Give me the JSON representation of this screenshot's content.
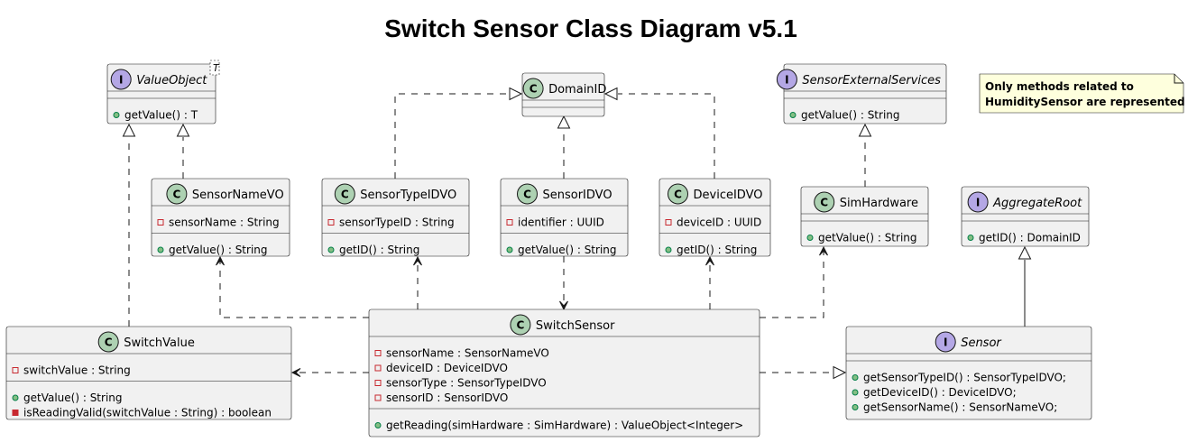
{
  "title": "Switch Sensor Class Diagram v5.1",
  "note": {
    "lines": [
      "Only methods related to",
      "HumiditySensor are represented"
    ]
  },
  "classes": {
    "ValueObject": {
      "kind": "interface",
      "name": "ValueObject",
      "type_param": "T",
      "fields": [],
      "methods": [
        {
          "vis": "public",
          "text": "getValue() : T"
        }
      ]
    },
    "DomainID": {
      "kind": "class",
      "name": "DomainID",
      "fields": [],
      "methods": []
    },
    "SensorExternalServices": {
      "kind": "interface",
      "name": "SensorExternalServices",
      "fields": [],
      "methods": [
        {
          "vis": "public",
          "text": "getValue() : String"
        }
      ]
    },
    "SensorNameVO": {
      "kind": "class",
      "name": "SensorNameVO",
      "fields": [
        {
          "vis": "private",
          "text": "sensorName : String"
        }
      ],
      "methods": [
        {
          "vis": "public",
          "text": "getValue() : String"
        }
      ]
    },
    "SensorTypeIDVO": {
      "kind": "class",
      "name": "SensorTypeIDVO",
      "fields": [
        {
          "vis": "private",
          "text": "sensorTypeID : String"
        }
      ],
      "methods": [
        {
          "vis": "public",
          "text": "getID() : String"
        }
      ]
    },
    "SensorIDVO": {
      "kind": "class",
      "name": "SensorIDVO",
      "fields": [
        {
          "vis": "private",
          "text": "identifier : UUID"
        }
      ],
      "methods": [
        {
          "vis": "public",
          "text": "getValue() : String"
        }
      ]
    },
    "DeviceIDVO": {
      "kind": "class",
      "name": "DeviceIDVO",
      "fields": [
        {
          "vis": "private",
          "text": "deviceID : UUID"
        }
      ],
      "methods": [
        {
          "vis": "public",
          "text": "getID() : String"
        }
      ]
    },
    "SimHardware": {
      "kind": "class",
      "name": "SimHardware",
      "fields": [],
      "methods": [
        {
          "vis": "public",
          "text": "getValue() : String"
        }
      ]
    },
    "AggregateRoot": {
      "kind": "interface",
      "name": "AggregateRoot",
      "fields": [],
      "methods": [
        {
          "vis": "public",
          "text": "getID() : DomainID"
        }
      ]
    },
    "SwitchValue": {
      "kind": "class",
      "name": "SwitchValue",
      "fields": [
        {
          "vis": "private",
          "text": "switchValue : String"
        }
      ],
      "methods": [
        {
          "vis": "public",
          "text": "getValue() : String"
        },
        {
          "vis": "private-method",
          "text": "isReadingValid(switchValue : String) : boolean"
        }
      ]
    },
    "SwitchSensor": {
      "kind": "class",
      "name": "SwitchSensor",
      "fields": [
        {
          "vis": "private",
          "text": "sensorName : SensorNameVO"
        },
        {
          "vis": "private",
          "text": "deviceID : DeviceIDVO"
        },
        {
          "vis": "private",
          "text": "sensorType : SensorTypeIDVO"
        },
        {
          "vis": "private",
          "text": "sensorID : SensorIDVO"
        }
      ],
      "methods": [
        {
          "vis": "public",
          "text": "getReading(simHardware : SimHardware) : ValueObject<Integer>"
        }
      ]
    },
    "Sensor": {
      "kind": "interface",
      "name": "Sensor",
      "fields": [],
      "methods": [
        {
          "vis": "public",
          "text": "getSensorTypeID() : SensorTypeIDVO;"
        },
        {
          "vis": "public",
          "text": "getDeviceID() : DeviceIDVO;"
        },
        {
          "vis": "public",
          "text": "getSensorName() : SensorNameVO;"
        }
      ]
    }
  },
  "relations": [
    {
      "from": "SensorNameVO",
      "to": "ValueObject",
      "type": "realization"
    },
    {
      "from": "SwitchValue",
      "to": "ValueObject",
      "type": "realization"
    },
    {
      "from": "SensorTypeIDVO",
      "to": "DomainID",
      "type": "realization"
    },
    {
      "from": "SensorIDVO",
      "to": "DomainID",
      "type": "realization"
    },
    {
      "from": "DeviceIDVO",
      "to": "DomainID",
      "type": "realization"
    },
    {
      "from": "SimHardware",
      "to": "SensorExternalServices",
      "type": "realization"
    },
    {
      "from": "Sensor",
      "to": "AggregateRoot",
      "type": "generalization"
    },
    {
      "from": "SwitchSensor",
      "to": "Sensor",
      "type": "realization"
    },
    {
      "from": "SwitchSensor",
      "to": "SensorNameVO",
      "type": "dependency"
    },
    {
      "from": "SwitchSensor",
      "to": "SensorTypeIDVO",
      "type": "dependency"
    },
    {
      "from": "SensorIDVO",
      "to": "SwitchSensor",
      "type": "dependency"
    },
    {
      "from": "SwitchSensor",
      "to": "DeviceIDVO",
      "type": "dependency"
    },
    {
      "from": "SwitchSensor",
      "to": "SimHardware",
      "type": "dependency"
    },
    {
      "from": "SwitchSensor",
      "to": "SwitchValue",
      "type": "dependency"
    }
  ]
}
